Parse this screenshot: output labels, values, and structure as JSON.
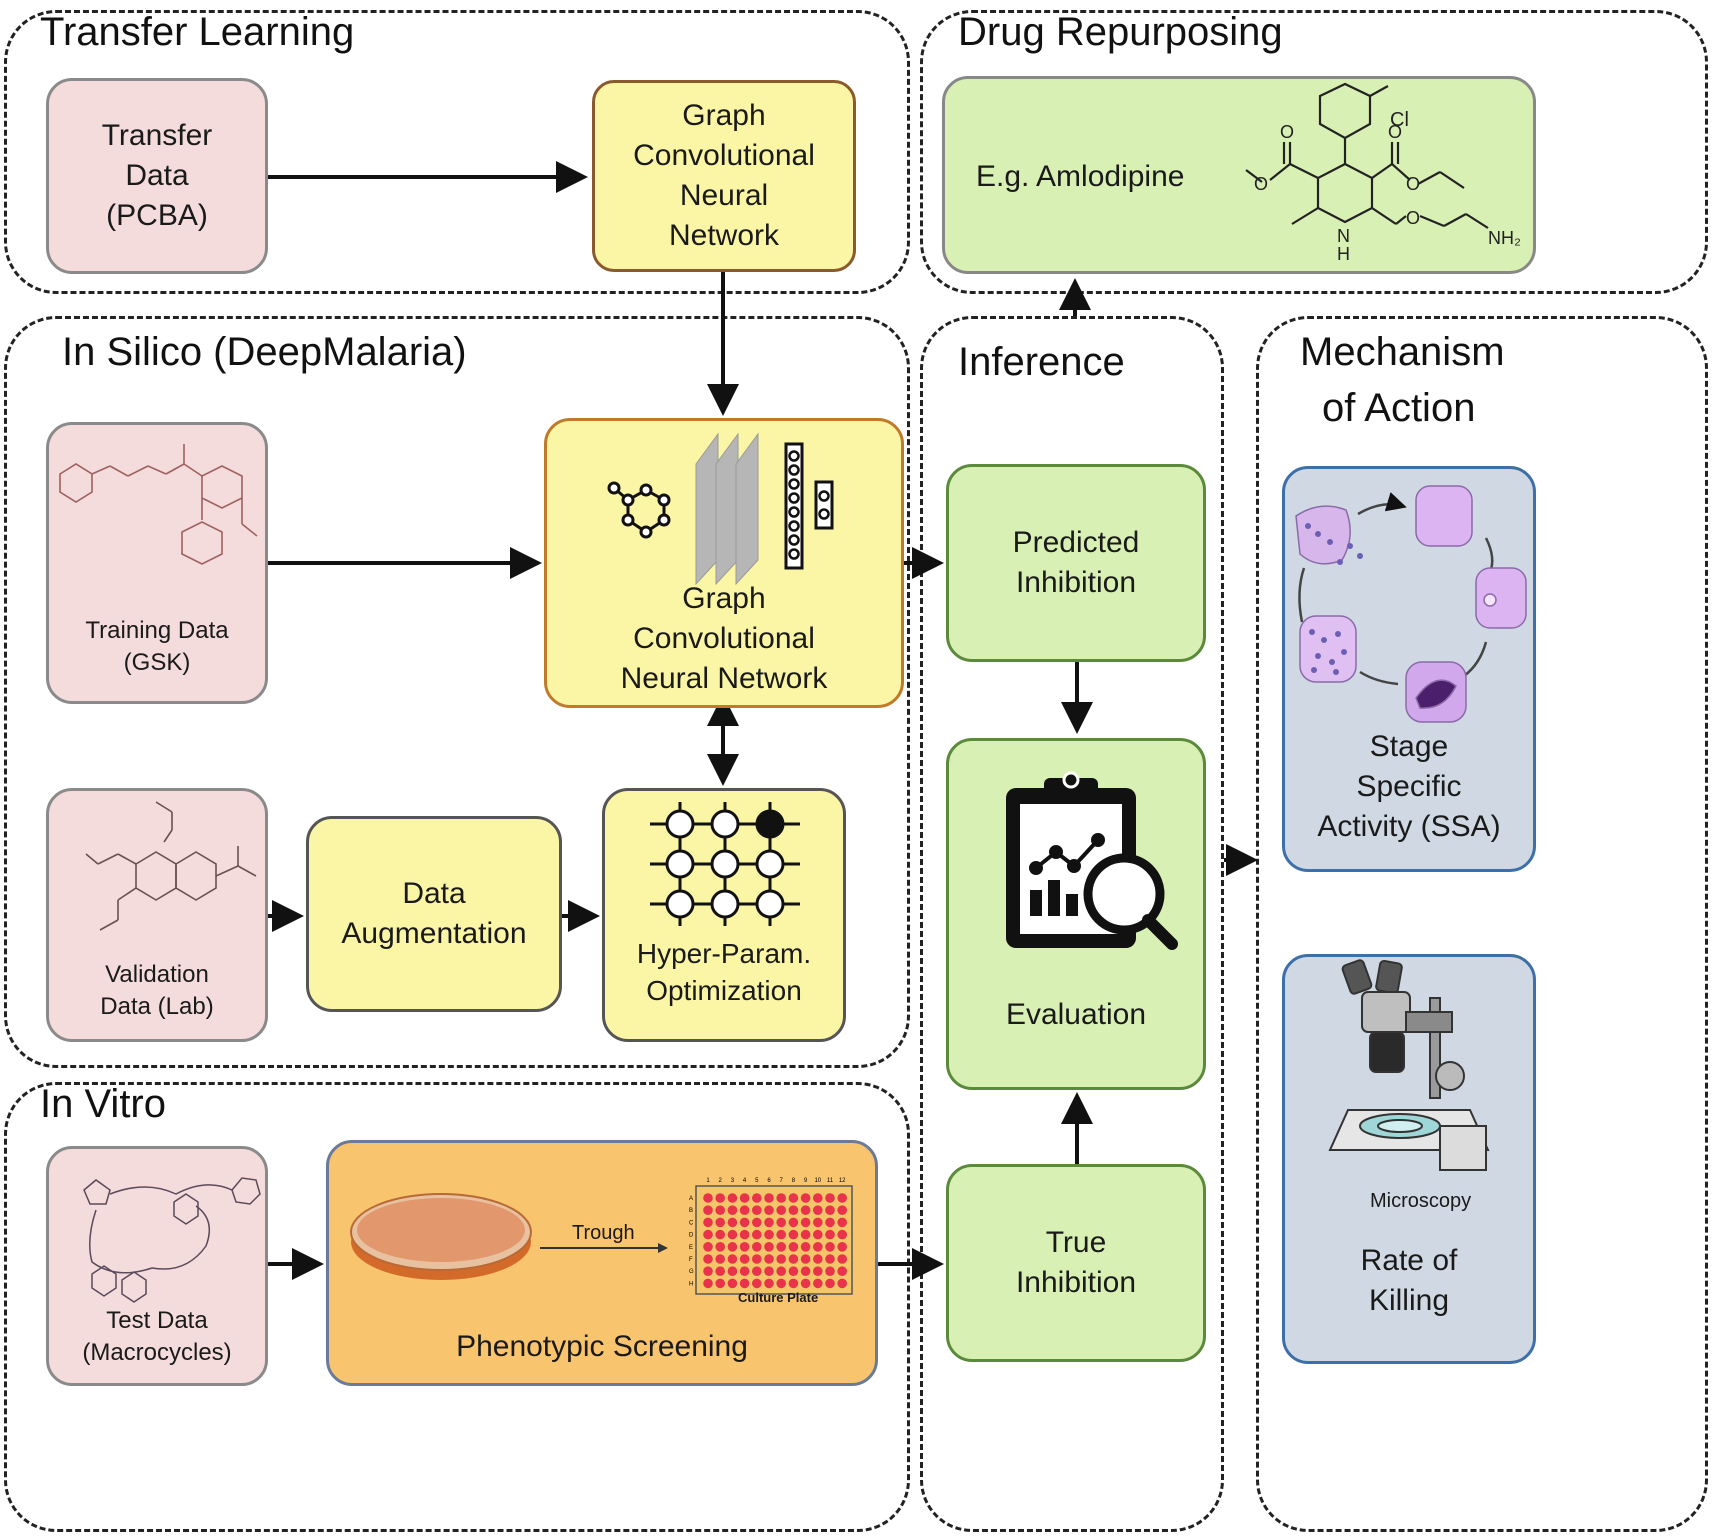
{
  "panels": {
    "transfer_learning": "Transfer Learning",
    "drug_repurposing": "Drug Repurposing",
    "in_silico": "In Silico (DeepMalaria)",
    "inference": "Inference",
    "mechanism": [
      "Mechanism",
      "of Action"
    ],
    "in_vitro": "In Vitro"
  },
  "boxes": {
    "transfer_data": [
      "Transfer",
      "Data",
      "(PCBA)"
    ],
    "gcnn_top": [
      "Graph",
      "Convolutional",
      "Neural",
      "Network"
    ],
    "amlodipine": "E.g. Amlodipine",
    "training_data": [
      "Training Data",
      "(GSK)"
    ],
    "gcnn_main": [
      "Graph",
      "Convolutional",
      "Neural Network"
    ],
    "validation_data": [
      "Validation",
      "Data (Lab)"
    ],
    "data_augmentation": [
      "Data",
      "Augmentation"
    ],
    "hyperparam": [
      "Hyper-Param.",
      "Optimization"
    ],
    "predicted_inhibition": [
      "Predicted",
      "Inhibition"
    ],
    "evaluation": "Evaluation",
    "true_inhibition": [
      "True",
      "Inhibition"
    ],
    "ssa": [
      "Stage",
      "Specific",
      "Activity (SSA)"
    ],
    "microscopy": "Microscopy",
    "rate_of_killing": [
      "Rate of",
      "Killing"
    ],
    "test_data": [
      "Test Data",
      "(Macrocycles)"
    ],
    "phenotypic_screening": "Phenotypic Screening",
    "trough": "Trough",
    "culture_plate": "Culture Plate"
  },
  "molecule_labels": {
    "cl": "Cl",
    "nh2": "NH₂",
    "h": "H",
    "n": "N",
    "o": "O"
  },
  "plate": {
    "cols": [
      "1",
      "2",
      "3",
      "4",
      "5",
      "6",
      "7",
      "8",
      "9",
      "10",
      "11",
      "12"
    ],
    "rows": [
      "A",
      "B",
      "C",
      "D",
      "E",
      "F",
      "G",
      "H"
    ]
  },
  "colors": {
    "pink": "#f4dcdc",
    "yellow": "#fbf5a6",
    "green": "#d9f0b4",
    "blue": "#cfd8e3",
    "orange": "#f9c46e",
    "well": "#e8334a"
  }
}
